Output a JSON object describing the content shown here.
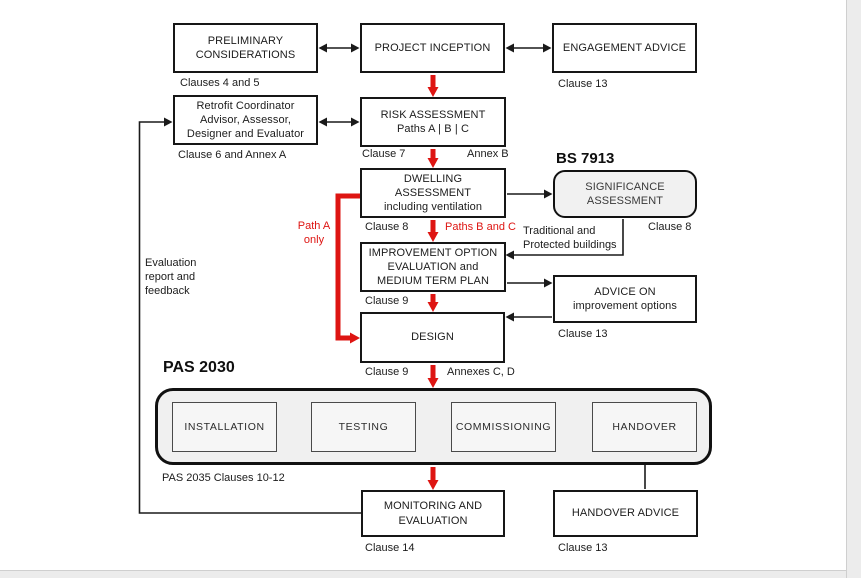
{
  "palette": {
    "accent_red": "#de1512",
    "ink": "#1a1a1a",
    "panel_fill": "#f0f0f0",
    "rounded_fill": "#f1f1f1"
  },
  "nodes": {
    "preliminary": {
      "title": "PRELIMINARY\nCONSIDERATIONS",
      "clause": "Clauses 4 and 5"
    },
    "project_inception": {
      "title": "PROJECT INCEPTION"
    },
    "engagement_advice": {
      "title": "ENGAGEMENT ADVICE",
      "clause": "Clause 13"
    },
    "retrofit_coordinator": {
      "title": "Retrofit Coordinator\nAdvisor, Assessor,\nDesigner and Evaluator",
      "clause": "Clause 6 and Annex A"
    },
    "risk_assessment": {
      "title": "RISK ASSESSMENT\nPaths A | B | C",
      "clause_left": "Clause 7",
      "clause_right": "Annex B"
    },
    "dwelling_assessment": {
      "title": "DWELLING\nASSESSMENT\nincluding ventilation",
      "clause": "Clause 8",
      "paths_label": "Paths B and C"
    },
    "significance_assessment": {
      "heading": "BS 7913",
      "title": "SIGNIFICANCE\nASSESSMENT",
      "clause": "Clause 8"
    },
    "improvement_option": {
      "title": "IMPROVEMENT OPTION\nEVALUATION and\nMEDIUM TERM PLAN",
      "clause": "Clause 9"
    },
    "advice_on_options": {
      "title": "ADVICE ON\nimprovement options",
      "clause": "Clause 13"
    },
    "design": {
      "title": "DESIGN",
      "clause": "Clause 9",
      "annex_label": "Annexes C, D"
    },
    "monitoring_evaluation": {
      "title": "MONITORING AND\nEVALUATION",
      "clause": "Clause 14"
    },
    "handover_advice": {
      "title": "HANDOVER ADVICE",
      "clause": "Clause 13"
    }
  },
  "pas2030": {
    "heading": "PAS 2030",
    "caption": "PAS 2035 Clauses 10-12",
    "stages": [
      "INSTALLATION",
      "TESTING",
      "COMMISSIONING",
      "HANDOVER"
    ]
  },
  "annotations": {
    "path_a": "Path A\nonly",
    "traditional": "Traditional and\nProtected buildings",
    "evaluation_feedback": "Evaluation\nreport and\nfeedback"
  }
}
